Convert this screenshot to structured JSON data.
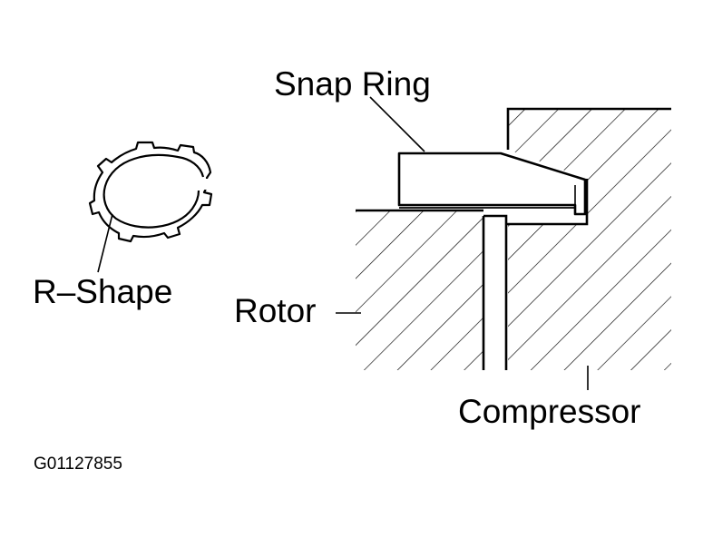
{
  "labels": {
    "snap_ring": "Snap Ring",
    "r_shape": "R–Shape",
    "rotor": "Rotor",
    "compressor": "Compressor"
  },
  "figure_code": "G01127855",
  "colors": {
    "ink": "#000000",
    "background": "#ffffff"
  }
}
